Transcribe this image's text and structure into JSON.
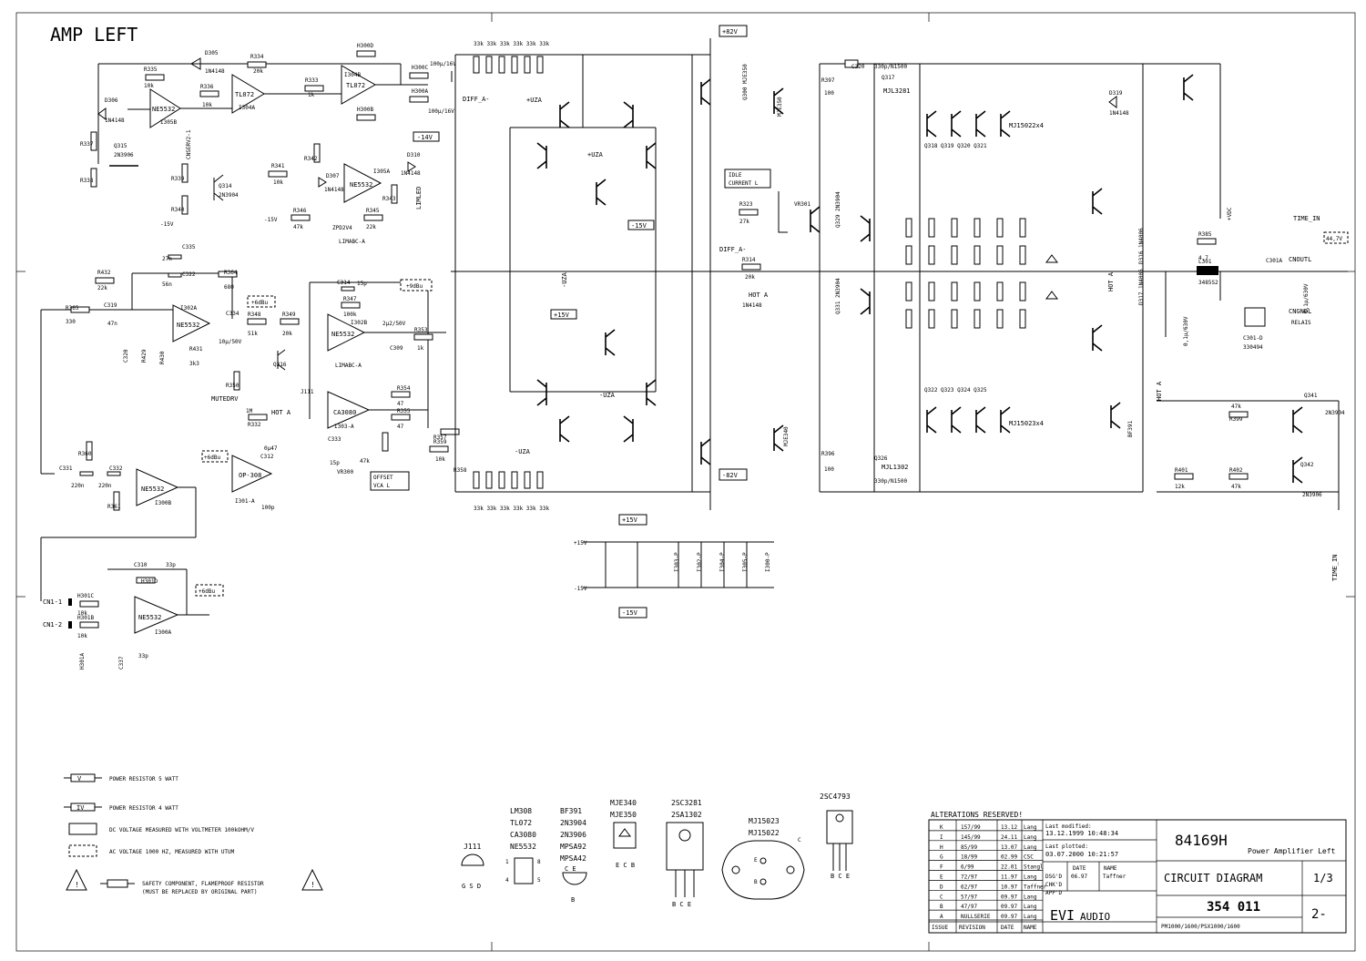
{
  "title": "AMP LEFT",
  "voltages": {
    "plus82": "+82V",
    "minus82": "-82V",
    "minus14": "-14V",
    "minus15_label": "-15V",
    "plus15_label": "+15V",
    "plus15": "+15V",
    "minus15": "-15V",
    "v44": "44,7V",
    "pin_ac1": "+6dBu",
    "pin_ac2": "+9dBu",
    "pin_ac3": "+6dBu",
    "pin_ac4": "+6dBu"
  },
  "signals": {
    "diff_a": "DIFF_A-",
    "diff_a2": "DIFF_A-",
    "uza": "-UZA",
    "uza_pos": "+UZA",
    "uza2": "-UZA",
    "hot_a": "HOT A",
    "hot_a2": "HOT A",
    "hot_a3": "HOT A",
    "hot_a4": "HOT A",
    "idle": "IDLE",
    "idle2": "CURRENT L",
    "limled": "LIMLED",
    "limabc": "LIMABC-A",
    "limabc2": "LIMABC-A",
    "mutedrv": "MUTEDRV",
    "time_in": "TIME_IN",
    "time_in2": "TIME_IN",
    "offset": "OFFSET",
    "offset2": "VCA L",
    "cnoutl": "CNOUTL",
    "cngndl": "CNGNDL",
    "cn1_1": "CN1-1",
    "cn1_2": "CN1-2",
    "vdc": "+VDC",
    "relay": "RELAIS"
  },
  "components": {
    "ic_ne5532_a": "NE5532",
    "ic_ne5532_b": "NE5532",
    "ic_ne5532_c": "NE5532",
    "ic_ne5532_d": "NE5532",
    "ic_ne5532_e": "NE5532",
    "ic_tl072_a": "TL072",
    "ic_tl072_b": "TL072",
    "ic_op308": "OP-308",
    "ic_ca3080": "CA3080",
    "i305b": "I305B",
    "i304a": "I304A",
    "i304b": "I304B",
    "i305a": "I305A",
    "i302a": "I302A",
    "i302b": "I302B",
    "i303a": "I303-A",
    "i301a": "I301-A",
    "i300b": "I300B",
    "i300a": "I300A",
    "q_out_top": "MJ15022x4",
    "q_out_bot": "MJ15023x4",
    "q317": "MJL3281",
    "q326": "MJL1302",
    "q312": "MJE340",
    "q_mje350": "MJE350",
    "q314": "2N3904",
    "q315": "2N3906",
    "d305": "1N4148",
    "d306": "1N4148",
    "d307": "1N4148",
    "d310": "1N4148",
    "c334": "10µ/50V",
    "c317": "2µ2/50V",
    "c315": "100µ/16V",
    "c316": "100µ/16V",
    "l301": "3485S2",
    "r385": "4,7",
    "c323": "0,1µ/630V",
    "c324": "0,1µ/630V",
    "r_offset": "47k",
    "zpd": "ZPD2V4"
  },
  "legend": [
    {
      "symbol": "V",
      "text": "POWER RESISTOR 5 WATT"
    },
    {
      "symbol": "IV",
      "text": "POWER RESISTOR 4 WATT"
    },
    {
      "symbol": "",
      "text": "DC VOLTAGE MEASURED WITH VOLTMETER 100kOHM/V"
    },
    {
      "symbol": "",
      "text": "AC VOLTAGE 1000 HZ, MEASURED WITH UTUM"
    }
  ],
  "safety": {
    "line1": "SAFETY COMPONENT, FLAMEPROOF RESISTOR",
    "line2": "(MUST BE REPLACED BY ORIGINAL PART)"
  },
  "packages": {
    "j111": {
      "name": "J111",
      "pins": "G S D"
    },
    "op_list": [
      "LM308",
      "TL072",
      "CA3080",
      "NE5532"
    ],
    "to92_list": [
      "BF391",
      "2N3904",
      "2N3906",
      "MPSA92",
      "MPSA42"
    ],
    "to92_pins": "C E",
    "to92_pin_b": "B",
    "dip_pin1": "1",
    "dip_pin4": "4",
    "dip_pin5": "5",
    "dip_pin8": "8",
    "to126_list": [
      "MJE340",
      "MJE350"
    ],
    "to126_pins": "E C B",
    "to264_list": [
      "2SC3281",
      "2SA1302"
    ],
    "to264_pins": "B C E",
    "to3_list": [
      "MJ15023",
      "MJ15022"
    ],
    "to3_pins": {
      "c": "C",
      "e": "E",
      "b": "B"
    },
    "to220_name": "2SC4793",
    "to220_pins": "B C E"
  },
  "title_block": {
    "alterations": "ALTERATIONS RESERVED!",
    "revisions": [
      {
        "issue": "K",
        "revision": "157/99",
        "date": "13.12",
        "name": "Lang"
      },
      {
        "issue": "I",
        "revision": "145/99",
        "date": "24.11",
        "name": "Lang"
      },
      {
        "issue": "H",
        "revision": "85/99",
        "date": "13.07",
        "name": "Lang"
      },
      {
        "issue": "G",
        "revision": "18/99",
        "date": "02.99",
        "name": "CSC"
      },
      {
        "issue": "F",
        "revision": "6/99",
        "date": "22.01",
        "name": "Stangl"
      },
      {
        "issue": "E",
        "revision": "72/97",
        "date": "11.97",
        "name": "Lang"
      },
      {
        "issue": "D",
        "revision": "62/97",
        "date": "10.97",
        "name": "Taffner"
      },
      {
        "issue": "C",
        "revision": "57/97",
        "date": "09.97",
        "name": "Lang"
      },
      {
        "issue": "B",
        "revision": "47/97",
        "date": "09.97",
        "name": "Lang"
      },
      {
        "issue": "A",
        "revision": "NULLSERIE",
        "date": "09.97",
        "name": "Lang"
      }
    ],
    "col_issue": "ISSUE",
    "col_revision": "REVISION",
    "col_date": "DATE",
    "col_name": "NAME",
    "last_modified_label": "Last modified:",
    "last_modified": "13.12.1999 10:48:34",
    "last_plotted_label": "Last plotted:",
    "last_plotted": "03.07.2000 10:21:57",
    "date_hdr": "DATE",
    "name_hdr": "NAME",
    "dsgd": "DSG'D",
    "dsgd_date": "06.97",
    "dsgd_name": "Taffner",
    "chkd": "CHK'D",
    "appd": "APP'D",
    "company_big": "EVI",
    "company_small": "AUDIO",
    "drawing_no": "84169H",
    "subtitle": "Power Amplifier Left",
    "kind": "CIRCUIT DIAGRAM",
    "sheet": "1/3",
    "part_no": "354 011",
    "index": "2-",
    "models": "PM1000/1600/PSX1000/1600"
  }
}
